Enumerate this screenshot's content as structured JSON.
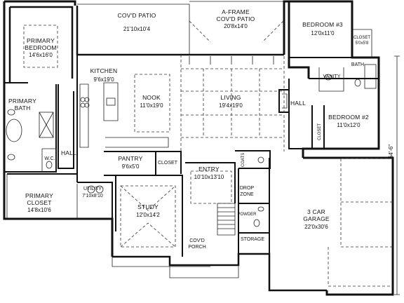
{
  "rooms": {
    "covd_patio": {
      "name": "COV'D PATIO",
      "dim": "21'10x10'4"
    },
    "aframe_patio": {
      "name": "A-FRAME",
      "name2": "COV'D PATIO",
      "dim": "20'8x14'0"
    },
    "bedroom3": {
      "name": "BEDROOM #3",
      "dim": "12'0x11'0"
    },
    "closet_b3": {
      "name": "CLOSET",
      "dim": "5'0x5'8"
    },
    "bath": {
      "name": "BATH"
    },
    "vanity": {
      "name": "VANITY"
    },
    "primary_bedroom": {
      "name": "PRIMARY",
      "name2": "BEDROOM",
      "dim": "14'6x16'0"
    },
    "kitchen": {
      "name": "KITCHEN",
      "dim": "9'6x19'0"
    },
    "nook": {
      "name": "NOOK",
      "dim": "11'0x19'0"
    },
    "living": {
      "name": "LIVING",
      "dim": "19'4x19'0"
    },
    "hall_right": {
      "name": "HALL"
    },
    "bedroom2": {
      "name": "BEDROOM #2",
      "dim": "11'0x12'0"
    },
    "closet_b2": {
      "name": "CLOSET"
    },
    "primary_bath": {
      "name": "PRIMARY",
      "name2": "BATH"
    },
    "wc": {
      "name": "W.C."
    },
    "hall_left": {
      "name": "HALL"
    },
    "pantry": {
      "name": "PANTRY",
      "dim": "9'6x5'0"
    },
    "closet_mid": {
      "name": "CLOSET"
    },
    "entry": {
      "name": "ENTRY",
      "dim": "10'10x13'10"
    },
    "coats": {
      "name": "COATS"
    },
    "primary_closet": {
      "name": "PRIMARY",
      "name2": "CLOSET",
      "dim": "14'8x10'6"
    },
    "utility": {
      "name": "UTILITY",
      "dim": "7'10x8'10"
    },
    "study": {
      "name": "STUDY",
      "dim": "12'0x14'2"
    },
    "drop_zone": {
      "name": "DROP",
      "name2": "ZONE"
    },
    "powder": {
      "name": "POWDER"
    },
    "storage": {
      "name": "STORAGE"
    },
    "garage": {
      "name": "3 CAR",
      "name2": "GARAGE",
      "dim": "22'0x30'6"
    },
    "covd_porch": {
      "name": "COV'D",
      "name2": "PORCH"
    }
  },
  "overall_dimension": "64'-6\""
}
